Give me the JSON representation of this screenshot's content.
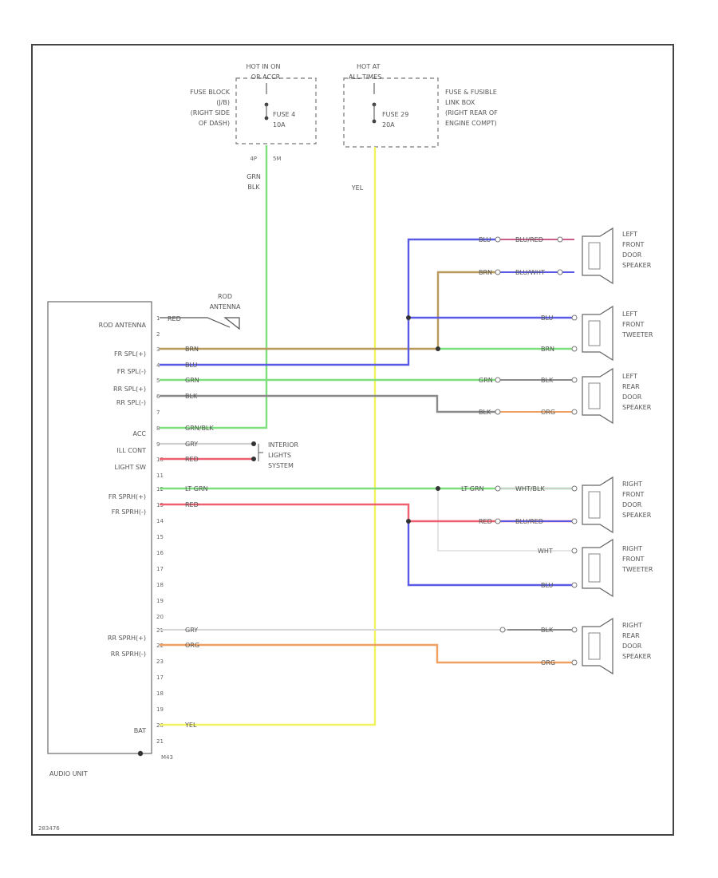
{
  "fuse_left": {
    "hot_label": [
      "HOT IN ON",
      "OR ACCR"
    ],
    "block_label": [
      "FUSE BLOCK",
      "(J/B)",
      "(RIGHT SIDE",
      "OF DASH)"
    ],
    "fuse_label": [
      "FUSE 4",
      "10A"
    ],
    "pins": [
      "4P",
      "5M"
    ],
    "wire": [
      "GRN",
      "BLK"
    ]
  },
  "fuse_right": {
    "hot_label": [
      "HOT AT",
      "ALL TIMES"
    ],
    "block_label": [
      "FUSE & FUSIBLE",
      "LINK BOX",
      "(RIGHT REAR OF",
      "ENGINE COMPT)"
    ],
    "fuse_label": [
      "FUSE 29",
      "20A"
    ],
    "wire": [
      "YEL"
    ]
  },
  "antenna": {
    "label": [
      "ROD",
      "ANTENNA"
    ],
    "wire": "RED"
  },
  "audio_unit": {
    "title": "AUDIO UNIT",
    "ground_pin": "M43",
    "labels": {
      "rod_antenna": "ROD ANTENNA",
      "fr_spl_pos": "FR SPL(+)",
      "fr_spl_neg": "FR SPL(-)",
      "rr_spl_pos": "RR SPL(+)",
      "rr_spl_neg": "RR SPL(-)",
      "acc": "ACC",
      "ill_cont": "ILL CONT",
      "light_sw": "LIGHT SW",
      "fr_sprh_pos": "FR SPRH(+)",
      "fr_sprh_neg": "FR SPRH(-)",
      "rr_sprh_pos": "RR SPRH(+)",
      "rr_sprh_neg": "RR SPRH(-)",
      "bat": "BAT"
    }
  },
  "pins": [
    "1",
    "2",
    "3",
    "4",
    "5",
    "6",
    "7",
    "8",
    "9",
    "10",
    "11",
    "12",
    "13",
    "14",
    "15",
    "16",
    "17",
    "18",
    "19",
    "20",
    "21",
    "22",
    "23"
  ],
  "wires": {
    "fr_spl_pos": "BRN",
    "fr_spl_neg": "BLU",
    "rr_spl_pos": "GRN",
    "rr_spl_neg": "BLK",
    "acc": "GRN/BLK",
    "ill_cont": "GRY",
    "light_sw": "RED",
    "fr_sprh_pos": "LT GRN",
    "fr_sprh_neg": "RED",
    "rr_sprh_pos": "GRY",
    "rr_sprh_neg": "ORG",
    "bat": "YEL"
  },
  "interior": [
    "INTERIOR",
    "LIGHTS",
    "SYSTEM"
  ],
  "speakers": {
    "left_front_door": {
      "label": [
        "LEFT",
        "FRONT",
        "DOOR",
        "SPEAKER"
      ],
      "w1": "BLU",
      "w1b": "BLU/RED",
      "w2": "BRN",
      "w2b": "BLU/WHT"
    },
    "left_front_tweeter": {
      "label": [
        "LEFT",
        "FRONT",
        "TWEETER"
      ],
      "w1": "BLU",
      "w2": "BRN"
    },
    "left_rear_door": {
      "label": [
        "LEFT",
        "REAR",
        "DOOR",
        "SPEAKER"
      ],
      "w1": "GRN",
      "w1b": "BLK",
      "w2": "BLK",
      "w2b": "ORG"
    },
    "right_front_door": {
      "label": [
        "RIGHT",
        "FRONT",
        "DOOR",
        "SPEAKER"
      ],
      "w1": "LT GRN",
      "w1b": "WHT/BLK",
      "w2": "RED",
      "w2b": "BLU/RED"
    },
    "right_front_tweeter": {
      "label": [
        "RIGHT",
        "FRONT",
        "TWEETER"
      ],
      "w1": "WHT",
      "w2": "BLU"
    },
    "right_rear_door": {
      "label": [
        "RIGHT",
        "REAR",
        "DOOR",
        "SPEAKER"
      ],
      "w1": "BLK",
      "w2": "ORG"
    }
  },
  "footer_code": "283476",
  "colors": {
    "green": "#7de07d",
    "yellow": "#f2f25e",
    "blue": "#5a5ae6",
    "brown": "#b89a5a",
    "gray": "#8a8a8a",
    "red": "#ee6070",
    "orange": "#f0a060",
    "ltgray": "#cfcfcf",
    "black": "#333333"
  }
}
